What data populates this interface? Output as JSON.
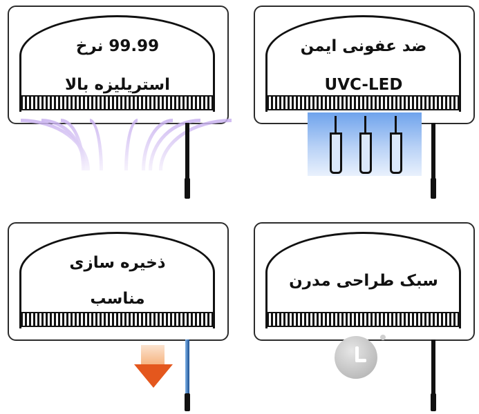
{
  "panels": {
    "top_left": {
      "line1": "99.99 نرخ",
      "line2": "استریلیزه بالا",
      "icon": "uv-sterilization-waves"
    },
    "top_right": {
      "line1": "ضد عفونی ایمن",
      "line2": "UVC-LED",
      "icon": "uvc-led-lamps"
    },
    "bottom_left": {
      "line1": "ذخیره سازی",
      "line2": "مناسب",
      "icon": "down-arrow-icon"
    },
    "bottom_right": {
      "line1": "سبک طراحی مدرن",
      "icon": "clock-icon"
    }
  },
  "colors": {
    "uv_wave": "#c9b2f0",
    "led_glow": "#6fa3ec",
    "arrow": "#e4571d",
    "clock": "#bdbdbd",
    "outline": "#111111"
  }
}
